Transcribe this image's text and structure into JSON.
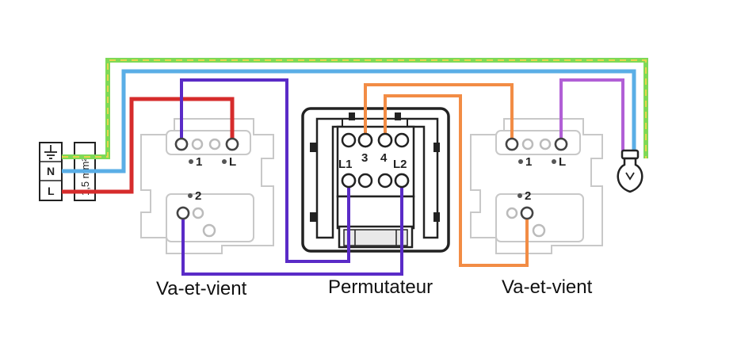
{
  "supply_block": {
    "earth_symbol": "earth-ground-icon",
    "neutral_label": "N",
    "live_label": "L",
    "cable_section": "1,5 mm²"
  },
  "switch_left": {
    "terminal_1_label": "1",
    "terminal_L_label": "L",
    "terminal_2_label": "2",
    "caption": "Va-et-vient"
  },
  "intermediate_switch": {
    "terminal_3_label": "3",
    "terminal_4_label": "4",
    "terminal_L1_label": "L1",
    "terminal_L2_label": "L2",
    "caption": "Permutateur"
  },
  "switch_right": {
    "terminal_1_label": "1",
    "terminal_L_label": "L",
    "terminal_2_label": "2",
    "caption": "Va-et-vient"
  },
  "lamp": {
    "icon": "light-bulb-icon"
  },
  "wire_colors": {
    "earth_green": "#7ED957",
    "earth_yellow": "#E8D44D",
    "neutral_blue": "#5AAEE6",
    "live_red": "#D62C2C",
    "traveller_purple": "#5A2BC7",
    "traveller_orange": "#F28C45",
    "lamp_return_violet": "#B15FD6"
  }
}
